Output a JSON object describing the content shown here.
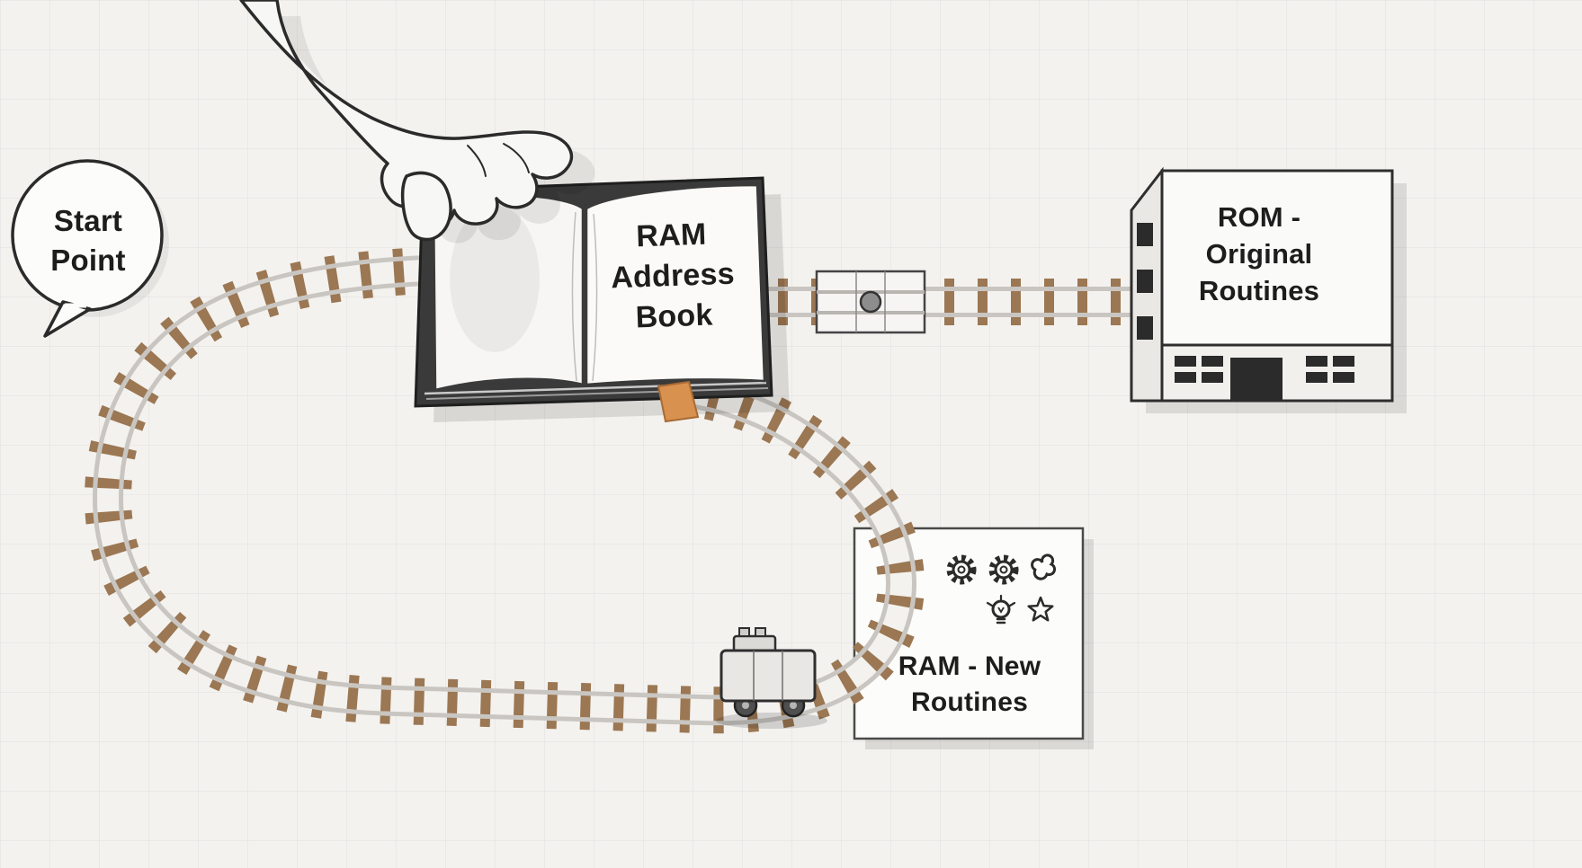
{
  "scene": {
    "background_color": "#f3f2ef",
    "ink_color": "#2b2b2b"
  },
  "start_bubble": {
    "line1": "Start",
    "line2": "Point"
  },
  "ram_address_book": {
    "line1": "RAM",
    "line2": "Address",
    "line3": "Book",
    "bookmark_color": "#d9914f"
  },
  "rom_building": {
    "line1": "ROM -",
    "line2": "Original",
    "line3": "Routines"
  },
  "ram_new_card": {
    "line1": "RAM - New",
    "line2": "Routines",
    "icons": [
      "gear-icon",
      "gear-icon",
      "scribble-icon",
      "lightbulb-icon",
      "star-icon"
    ]
  },
  "track": {
    "tie_color": "#9b7753",
    "rail_color": "#c9c6c2"
  },
  "train": {
    "body_color": "#e9e7e4"
  }
}
